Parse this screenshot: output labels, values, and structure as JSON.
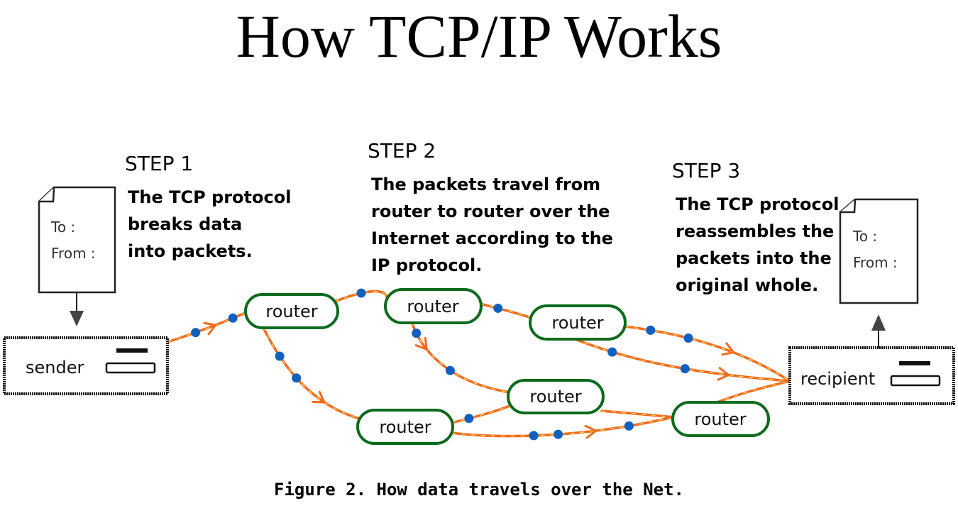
{
  "title": "How TCP/IP Works",
  "colors": {
    "link": "#f26a1b",
    "packet": "#1060c0",
    "router_border": "#0d6b1d",
    "text": "#000000"
  },
  "steps": [
    {
      "heading": "STEP 1",
      "lines": [
        "The TCP protocol",
        "breaks data",
        "into packets."
      ]
    },
    {
      "heading": "STEP 2",
      "lines": [
        "The packets travel from",
        "router to router over the",
        "Internet according to the",
        "IP protocol."
      ]
    },
    {
      "heading": "STEP 3",
      "lines": [
        "The TCP protocol",
        "reassembles the",
        "packets into the",
        "original whole."
      ]
    }
  ],
  "document": {
    "to_label": "To :",
    "from_label": "From :"
  },
  "hosts": {
    "sender": "sender",
    "recipient": "recipient"
  },
  "routers": [
    {
      "id": "r1",
      "label": "router"
    },
    {
      "id": "r2",
      "label": "router"
    },
    {
      "id": "r3",
      "label": "router"
    },
    {
      "id": "r4",
      "label": "router"
    },
    {
      "id": "r5",
      "label": "router"
    },
    {
      "id": "r6",
      "label": "router"
    }
  ],
  "caption": "Figure 2. How data travels over the Net."
}
